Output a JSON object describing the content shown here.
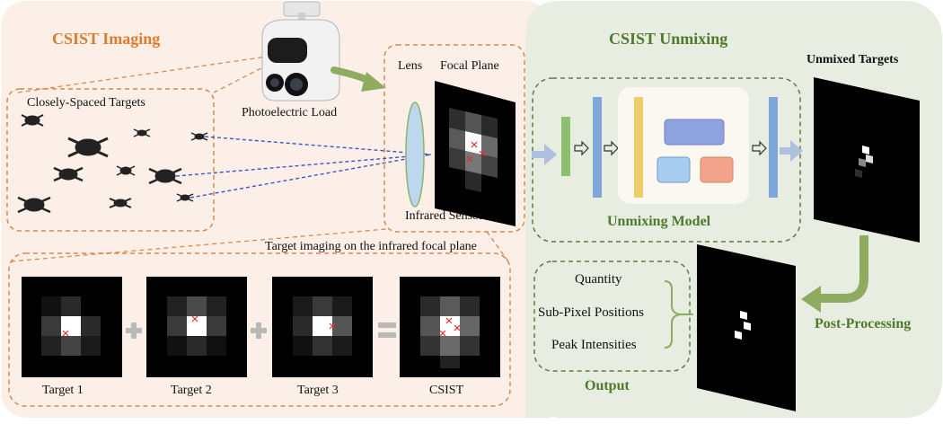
{
  "imaging": {
    "title": "CSIST Imaging",
    "targets_label": "Closely-Spaced Targets",
    "load_label": "Photoelectric Load",
    "lens_label": "Lens",
    "focal_plane_label": "Focal Plane",
    "sensor_label": "Infrared Sensor",
    "subtitle": "Target imaging on the infrared focal plane",
    "patches": [
      "Target 1",
      "Target 2",
      "Target 3",
      "CSIST"
    ]
  },
  "unmixing": {
    "title": "CSIST Unmixing",
    "model_label": "Unmixing Model",
    "unmixed_label": "Unmixed Targets",
    "post_label": "Post-Processing",
    "output_label": "Output",
    "outputs": [
      "Quantity",
      "Sub-Pixel Positions",
      "Peak Intensities"
    ]
  },
  "colors": {
    "left_bg": "#fbefe8",
    "right_bg": "#e8ede2",
    "orange_dash": "#d98a4e",
    "green_dash": "#5e7b46",
    "title_orange": "#dd7a2c",
    "title_green": "#4e7a2a",
    "arrow_green": "#8eab5f",
    "arrow_blue": "#aebfe0",
    "blue_dash": "#3d55c4",
    "cross_red": "#e03030"
  }
}
